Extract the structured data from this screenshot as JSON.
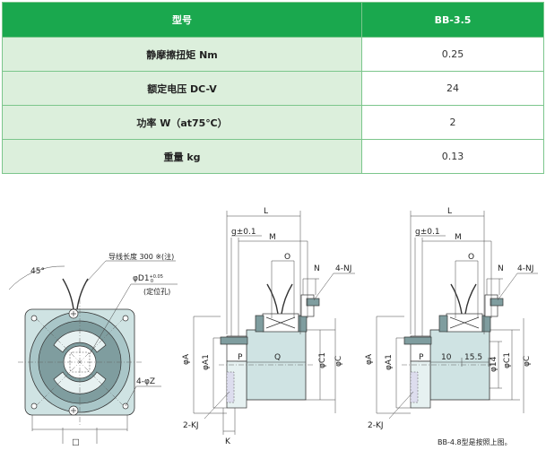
{
  "table": {
    "header": {
      "label": "型号",
      "value": "BB-3.5"
    },
    "rows": [
      {
        "label": "静摩擦扭矩 Nm",
        "value": "0.25"
      },
      {
        "label": "额定电压 DC-V",
        "value": "24"
      },
      {
        "label": "功率 W（at75℃）",
        "value": "2"
      },
      {
        "label": "重量 kg",
        "value": "0.13"
      }
    ]
  },
  "drawing_labels": {
    "angle": "45°",
    "wire_length": "导线长度 300 ※(注)",
    "bore": "φD1",
    "bore_tol_upper": "+0.05",
    "bore_tol_lower": "0",
    "locating_hole": "(定位孔)",
    "holes_z": "4-φZ",
    "dim_l_front": "L",
    "dim_g": "g±0.1",
    "dim_m": "M",
    "dim_o": "O",
    "dim_n": "N",
    "nj": "4-NJ",
    "phi_a": "φA",
    "phi_a1": "φA1",
    "dim_p": "P",
    "dim_q": "Q",
    "phi_c1": "φC1",
    "phi_c": "φC",
    "kj": "2-KJ",
    "dim_k": "K",
    "dim_10": "10",
    "dim_155": "15.5",
    "phi_14": "φ14",
    "note": "BB-4.8型是按照上图。"
  }
}
